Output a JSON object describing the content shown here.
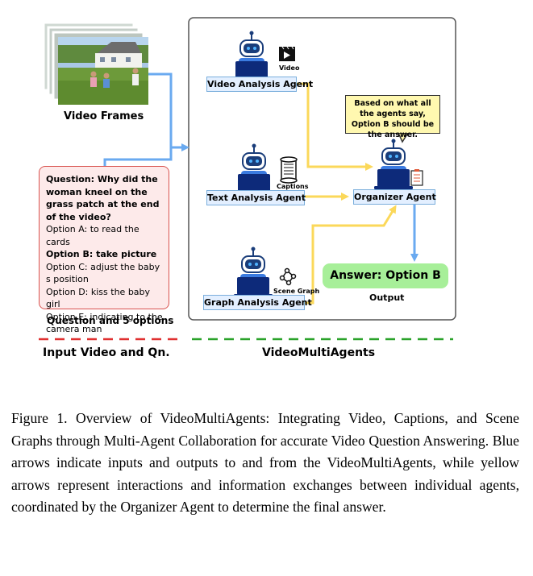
{
  "figure": {
    "frames_label": "Video Frames",
    "question": {
      "text": "Question: Why did the woman kneel on the grass patch at the end of the video?",
      "options": [
        {
          "text": "Option A: to read the cards",
          "bold": false
        },
        {
          "text": "Option B: take picture",
          "bold": true
        },
        {
          "text": "Option C: adjust the baby s position",
          "bold": false
        },
        {
          "text": "Option D: kiss the baby girl",
          "bold": false
        },
        {
          "text": "Option E: indicating to the camera man",
          "bold": false
        }
      ],
      "footer": "Question and 5 options"
    },
    "agents": {
      "video": {
        "label": "Video Analysis Agent",
        "icon_caption": "Video",
        "icon": "film-clapper-icon"
      },
      "text": {
        "label": "Text Analysis Agent",
        "icon_caption": "Captions",
        "icon": "scroll-icon"
      },
      "graph": {
        "label": "Graph Analysis Agent",
        "icon_caption": "Scene Graph",
        "icon": "graph-network-icon"
      },
      "organizer": {
        "label": "Organizer Agent",
        "icon": "clipboard-icon"
      }
    },
    "speech_bubble": "Based on what all the agents say, Option B should be the answer.",
    "answer": "Answer: Option B",
    "output_label": "Output",
    "section_left": "Input Video and Qn.",
    "section_right": "VideoMultiAgents",
    "colors": {
      "blue_arrow": "#6aaaf0",
      "yellow_arrow": "#fbd85a",
      "question_border": "#d9534f",
      "answer_fill": "#a7ef99",
      "divider_red": "#e03030",
      "divider_green": "#2aa22a"
    }
  },
  "caption": {
    "label": "Figure 1.",
    "text": "Overview of VideoMultiAgents: Integrating Video, Captions, and Scene Graphs through Multi-Agent Collaboration for accurate Video Question Answering. Blue arrows indicate inputs and outputs to and from the VideoMultiAgents, while yellow arrows represent interactions and information exchanges between individual agents, coordinated by the Organizer Agent to determine the final answer."
  }
}
